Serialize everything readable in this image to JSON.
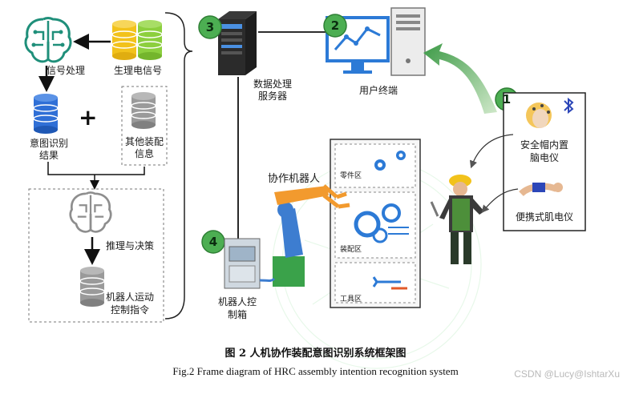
{
  "labels": {
    "signal_processing": "信号处理",
    "bio_signal": "生理电信号",
    "intent_result_l1": "意图识别",
    "intent_result_l2": "结果",
    "plus": "+",
    "other_info_l1": "其他装配",
    "other_info_l2": "信息",
    "reasoning": "推理与决策",
    "robot_cmd_l1": "机器人运动",
    "robot_cmd_l2": "控制指令",
    "server_l1": "数据处理",
    "server_l2": "服务器",
    "user_terminal": "用户终端",
    "cobot": "协作机器人",
    "zone_parts": "零件区",
    "zone_assembly": "装配区",
    "zone_tools": "工具区",
    "controller_l1": "机器人控",
    "controller_l2": "制箱",
    "helmet_eeg_l1": "安全帽内置",
    "helmet_eeg_l2": "脑电仪",
    "portable_emg": "便携式肌电仪"
  },
  "badges": {
    "n1": "1",
    "n2": "2",
    "n3": "3",
    "n4": "4"
  },
  "caption": {
    "cn": "图 2   人机协作装配意图识别系统框架图",
    "en": "Fig.2 Frame diagram of HRC assembly intention recognition system"
  },
  "watermark": "CSDN @Lucy@IshtarXu",
  "colors": {
    "badge_green": "#4cae52",
    "db_blue": "#2f6fd6",
    "db_yellow": "#f2c21b",
    "db_green": "#8ccf3e",
    "db_gray": "#9a9a9a",
    "brain_teal": "#1f8f7a",
    "robot_orange": "#f29a2e",
    "robot_blue": "#3d7dd0",
    "arrow_green": "#3c9a46"
  },
  "icons": [
    "brain-circuit-icon",
    "database-icon",
    "server-tower-icon",
    "monitor-chart-icon",
    "robot-arm-icon",
    "gear-icon",
    "tools-icon",
    "worker-icon",
    "helmet-eeg-icon",
    "emg-band-icon",
    "bluetooth-icon",
    "control-cabinet-icon"
  ]
}
